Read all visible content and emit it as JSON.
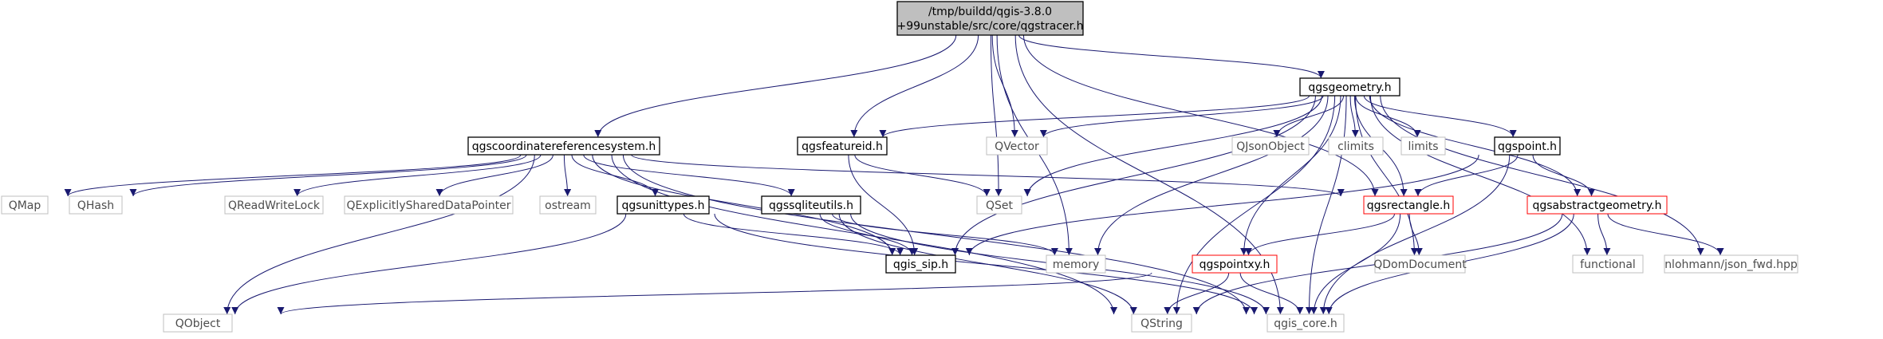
{
  "graph": {
    "nodes": [
      {
        "id": "tracer",
        "lines": [
          "/tmp/buildd/qgis-3.8.0",
          "+99unstable/src/core/qgstracer.h"
        ],
        "style": "root"
      },
      {
        "id": "geometry",
        "lines": [
          "qgsgeometry.h"
        ],
        "style": "doc"
      },
      {
        "id": "crs",
        "lines": [
          "qgscoordinatereferencesystem.h"
        ],
        "style": "doc"
      },
      {
        "id": "featureid",
        "lines": [
          "qgsfeatureid.h"
        ],
        "style": "doc"
      },
      {
        "id": "qvector",
        "lines": [
          "QVector"
        ],
        "style": "ext"
      },
      {
        "id": "qjsonobject",
        "lines": [
          "QJsonObject"
        ],
        "style": "ext"
      },
      {
        "id": "climits",
        "lines": [
          "climits"
        ],
        "style": "ext"
      },
      {
        "id": "limits",
        "lines": [
          "limits"
        ],
        "style": "ext"
      },
      {
        "id": "qgspoint",
        "lines": [
          "qgspoint.h"
        ],
        "style": "doc"
      },
      {
        "id": "qmap",
        "lines": [
          "QMap"
        ],
        "style": "ext"
      },
      {
        "id": "qhash",
        "lines": [
          "QHash"
        ],
        "style": "ext"
      },
      {
        "id": "qrwlock",
        "lines": [
          "QReadWriteLock"
        ],
        "style": "ext"
      },
      {
        "id": "qexplicit",
        "lines": [
          "QExplicitlySharedDataPointer"
        ],
        "style": "ext"
      },
      {
        "id": "ostream",
        "lines": [
          "ostream"
        ],
        "style": "ext"
      },
      {
        "id": "unittypes",
        "lines": [
          "qgsunittypes.h"
        ],
        "style": "doc"
      },
      {
        "id": "sqliteutils",
        "lines": [
          "qgssqliteutils.h"
        ],
        "style": "doc"
      },
      {
        "id": "qset",
        "lines": [
          "QSet"
        ],
        "style": "ext"
      },
      {
        "id": "rectangle",
        "lines": [
          "qgsrectangle.h"
        ],
        "style": "red"
      },
      {
        "id": "abstractgeom",
        "lines": [
          "qgsabstractgeometry.h"
        ],
        "style": "red"
      },
      {
        "id": "sip",
        "lines": [
          "qgis_sip.h"
        ],
        "style": "doc"
      },
      {
        "id": "memory",
        "lines": [
          "memory"
        ],
        "style": "ext"
      },
      {
        "id": "pointxy",
        "lines": [
          "qgspointxy.h"
        ],
        "style": "red"
      },
      {
        "id": "qdomdocument",
        "lines": [
          "QDomDocument"
        ],
        "style": "ext"
      },
      {
        "id": "functional",
        "lines": [
          "functional"
        ],
        "style": "ext"
      },
      {
        "id": "nlohmann",
        "lines": [
          "nlohmann/json_fwd.hpp"
        ],
        "style": "ext"
      },
      {
        "id": "qobject",
        "lines": [
          "QObject"
        ],
        "style": "ext"
      },
      {
        "id": "qstring",
        "lines": [
          "QString"
        ],
        "style": "ext"
      },
      {
        "id": "qgiscore",
        "lines": [
          "qgis_core.h"
        ],
        "style": "ext"
      }
    ],
    "edges": [
      [
        "tracer",
        "geometry"
      ],
      [
        "tracer",
        "crs"
      ],
      [
        "tracer",
        "featureid"
      ],
      [
        "tracer",
        "qvector"
      ],
      [
        "tracer",
        "qset"
      ],
      [
        "tracer",
        "memory"
      ],
      [
        "tracer",
        "rectangle"
      ],
      [
        "tracer",
        "qgiscore"
      ],
      [
        "geometry",
        "featureid"
      ],
      [
        "geometry",
        "qvector"
      ],
      [
        "geometry",
        "qjsonobject"
      ],
      [
        "geometry",
        "climits"
      ],
      [
        "geometry",
        "limits"
      ],
      [
        "geometry",
        "qgspoint"
      ],
      [
        "geometry",
        "qset"
      ],
      [
        "geometry",
        "sip"
      ],
      [
        "geometry",
        "memory"
      ],
      [
        "geometry",
        "qstring"
      ],
      [
        "geometry",
        "pointxy"
      ],
      [
        "geometry",
        "rectangle"
      ],
      [
        "geometry",
        "qdomdocument"
      ],
      [
        "geometry",
        "abstractgeom"
      ],
      [
        "geometry",
        "functional"
      ],
      [
        "geometry",
        "nlohmann"
      ],
      [
        "geometry",
        "qgiscore"
      ],
      [
        "crs",
        "qmap"
      ],
      [
        "crs",
        "qhash"
      ],
      [
        "crs",
        "qrwlock"
      ],
      [
        "crs",
        "qexplicit"
      ],
      [
        "crs",
        "ostream"
      ],
      [
        "crs",
        "unittypes"
      ],
      [
        "crs",
        "sqliteutils"
      ],
      [
        "crs",
        "sip"
      ],
      [
        "crs",
        "qobject"
      ],
      [
        "crs",
        "qstring"
      ],
      [
        "crs",
        "qgiscore"
      ],
      [
        "crs",
        "rectangle"
      ],
      [
        "featureid",
        "qset"
      ],
      [
        "featureid",
        "sip"
      ],
      [
        "qgspoint",
        "sip"
      ],
      [
        "qgspoint",
        "rectangle"
      ],
      [
        "qgspoint",
        "abstractgeom"
      ],
      [
        "qgspoint",
        "qgiscore"
      ],
      [
        "unittypes",
        "sip"
      ],
      [
        "unittypes",
        "qobject"
      ],
      [
        "unittypes",
        "qgiscore"
      ],
      [
        "sqliteutils",
        "sip"
      ],
      [
        "sqliteutils",
        "memory"
      ],
      [
        "sqliteutils",
        "qstring"
      ],
      [
        "sqliteutils",
        "qgiscore"
      ],
      [
        "rectangle",
        "pointxy"
      ],
      [
        "rectangle",
        "qdomdocument"
      ],
      [
        "rectangle",
        "qgiscore"
      ],
      [
        "abstractgeom",
        "functional"
      ],
      [
        "abstractgeom",
        "nlohmann"
      ],
      [
        "abstractgeom",
        "qstring"
      ],
      [
        "abstractgeom",
        "qgiscore"
      ],
      [
        "pointxy",
        "qstring"
      ],
      [
        "pointxy",
        "qgiscore"
      ],
      [
        "pointxy",
        "qobject"
      ]
    ]
  },
  "colors": {
    "root_fill": "#bfbfbf",
    "doc_border": "#000000",
    "ext_border": "#bfbfbf",
    "ext_text": "#4d4d4d",
    "red_border": "#ff0000",
    "edge": "#191970"
  }
}
